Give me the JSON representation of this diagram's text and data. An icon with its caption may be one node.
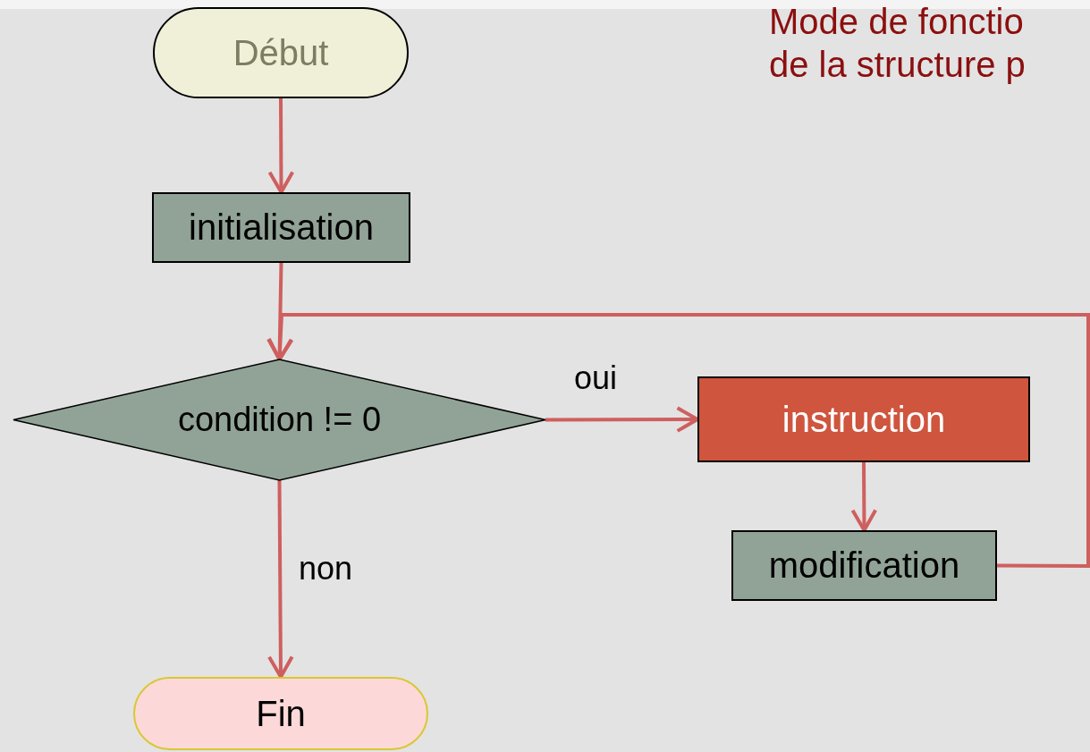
{
  "diagram": {
    "title": "Mode de fonctio de la structure p",
    "nodes": [
      {
        "text": [
          "Début"
        ]
      },
      {
        "text": [
          "initialisation"
        ]
      },
      {
        "text": [
          "condition != 0"
        ]
      },
      {
        "text": [
          "instruction"
        ]
      },
      {
        "text": [
          "modification"
        ]
      },
      {
        "text": [
          "Fin"
        ]
      }
    ],
    "edges": [
      {
        "from": 0,
        "to": 1,
        "arrow": "to"
      },
      {
        "from": 1,
        "to": 2,
        "arrow": "to"
      },
      {
        "from": 2,
        "to": 3,
        "arrow": "to",
        "label": "oui"
      },
      {
        "from": 2,
        "to": 5,
        "arrow": "to",
        "label": "non"
      },
      {
        "from": 3,
        "to": 4,
        "arrow": "to"
      },
      {
        "from": 4,
        "to": 2,
        "arrow": "to"
      }
    ]
  }
}
